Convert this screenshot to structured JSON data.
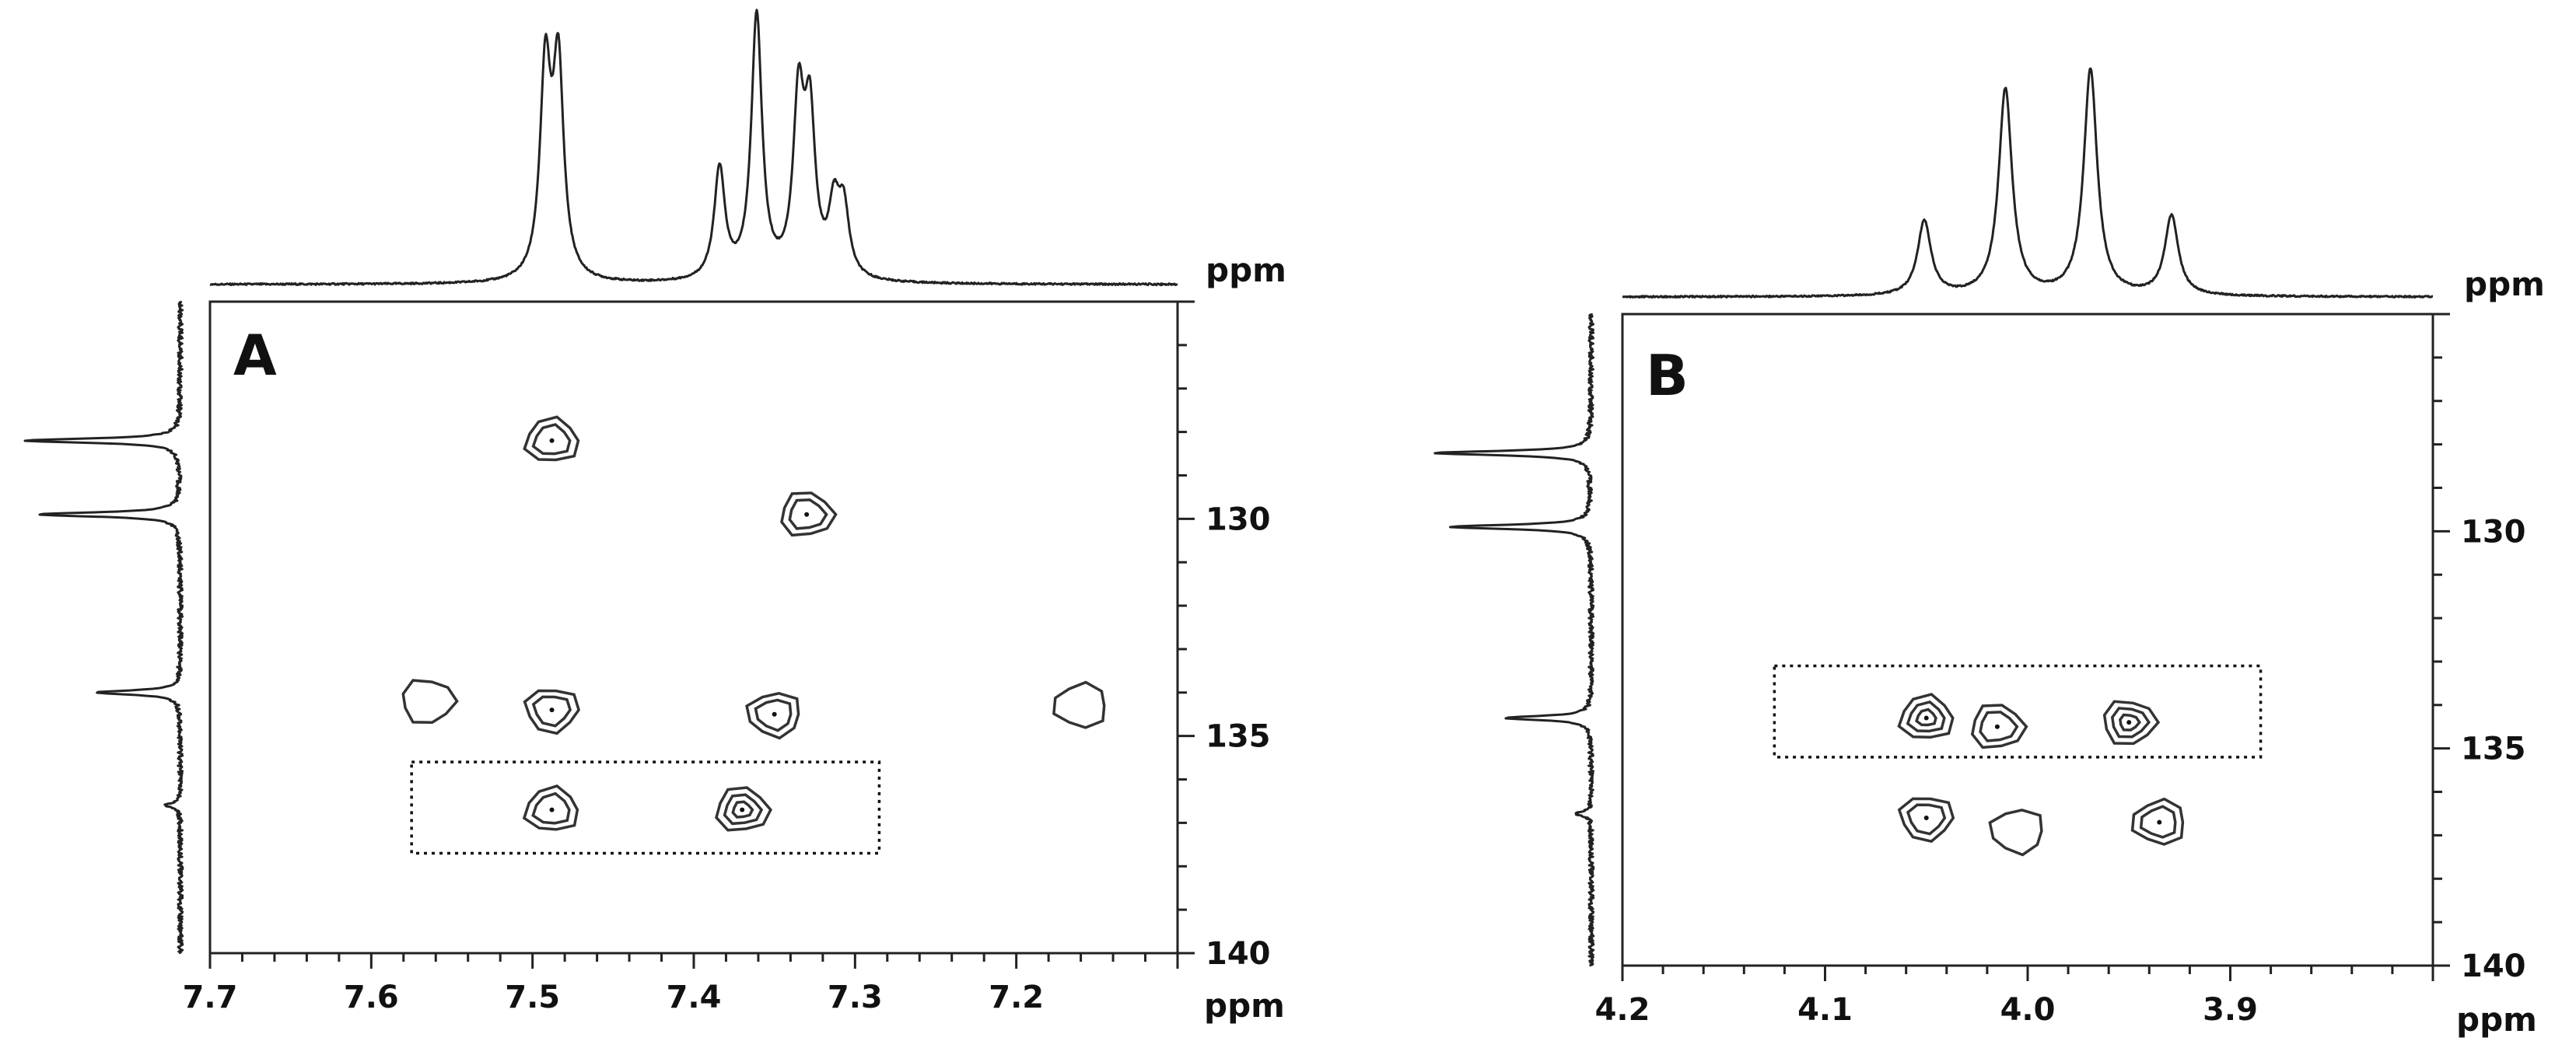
{
  "chart_data": [
    {
      "type": "2D NMR contour plot (HSQC)",
      "panel_label": "A",
      "x_unit_label": "ppm",
      "y_unit_label": "ppm",
      "top_unit_label": "ppm",
      "xlim": [
        7.7,
        7.1
      ],
      "ylim": [
        125,
        140
      ],
      "x_tick_labels": [
        "7.7",
        "7.6",
        "7.5",
        "7.4",
        "7.3",
        "7.2"
      ],
      "y_tick_labels": [
        "130",
        "135",
        "140"
      ],
      "proton_peaks": [
        {
          "ppm": 7.492,
          "height": 0.78
        },
        {
          "ppm": 7.484,
          "height": 0.79
        },
        {
          "ppm": 7.384,
          "height": 0.42
        },
        {
          "ppm": 7.361,
          "height": 1.0
        },
        {
          "ppm": 7.335,
          "height": 0.65
        },
        {
          "ppm": 7.328,
          "height": 0.58
        },
        {
          "ppm": 7.313,
          "height": 0.25
        },
        {
          "ppm": 7.307,
          "height": 0.25
        }
      ],
      "carbon_peaks": [
        {
          "ppm": 128.2,
          "height": 1.0
        },
        {
          "ppm": 129.9,
          "height": 0.92
        },
        {
          "ppm": 134.0,
          "height": 0.55
        },
        {
          "ppm": 136.6,
          "height": 0.1
        }
      ],
      "cross_peaks": [
        {
          "x": 7.488,
          "y": 128.2,
          "levels": 2
        },
        {
          "x": 7.33,
          "y": 129.9,
          "levels": 2
        },
        {
          "x": 7.565,
          "y": 134.2,
          "levels": 1
        },
        {
          "x": 7.488,
          "y": 134.4,
          "levels": 2
        },
        {
          "x": 7.35,
          "y": 134.5,
          "levels": 2
        },
        {
          "x": 7.16,
          "y": 134.3,
          "levels": 1
        },
        {
          "x": 7.488,
          "y": 136.7,
          "levels": 2
        },
        {
          "x": 7.37,
          "y": 136.7,
          "levels": 3
        }
      ],
      "highlight_box": {
        "x": [
          7.575,
          7.285
        ],
        "y": [
          135.6,
          137.7
        ]
      }
    },
    {
      "type": "2D NMR contour plot (HSQC)",
      "panel_label": "B",
      "x_unit_label": "ppm",
      "y_unit_label": "ppm",
      "top_unit_label": "ppm",
      "xlim": [
        4.2,
        3.8
      ],
      "ylim": [
        125,
        140
      ],
      "x_tick_labels": [
        "4.2",
        "4.1",
        "4.0",
        "3.9"
      ],
      "y_tick_labels": [
        "130",
        "135",
        "140"
      ],
      "proton_peaks": [
        {
          "ppm": 4.051,
          "height": 0.3
        },
        {
          "ppm": 4.011,
          "height": 0.83
        },
        {
          "ppm": 3.969,
          "height": 0.91
        },
        {
          "ppm": 3.929,
          "height": 0.32
        }
      ],
      "carbon_peaks": [
        {
          "ppm": 128.2,
          "height": 1.0
        },
        {
          "ppm": 129.9,
          "height": 0.91
        },
        {
          "ppm": 134.3,
          "height": 0.55
        },
        {
          "ppm": 136.5,
          "height": 0.1
        }
      ],
      "cross_peaks": [
        {
          "x": 4.05,
          "y": 134.3,
          "levels": 3
        },
        {
          "x": 4.015,
          "y": 134.5,
          "levels": 2
        },
        {
          "x": 3.95,
          "y": 134.4,
          "levels": 3
        },
        {
          "x": 4.05,
          "y": 136.6,
          "levels": 2
        },
        {
          "x": 4.005,
          "y": 136.9,
          "levels": 1
        },
        {
          "x": 3.935,
          "y": 136.7,
          "levels": 2
        }
      ],
      "highlight_box": {
        "x": [
          4.125,
          3.885
        ],
        "y": [
          133.1,
          135.2
        ]
      }
    }
  ]
}
